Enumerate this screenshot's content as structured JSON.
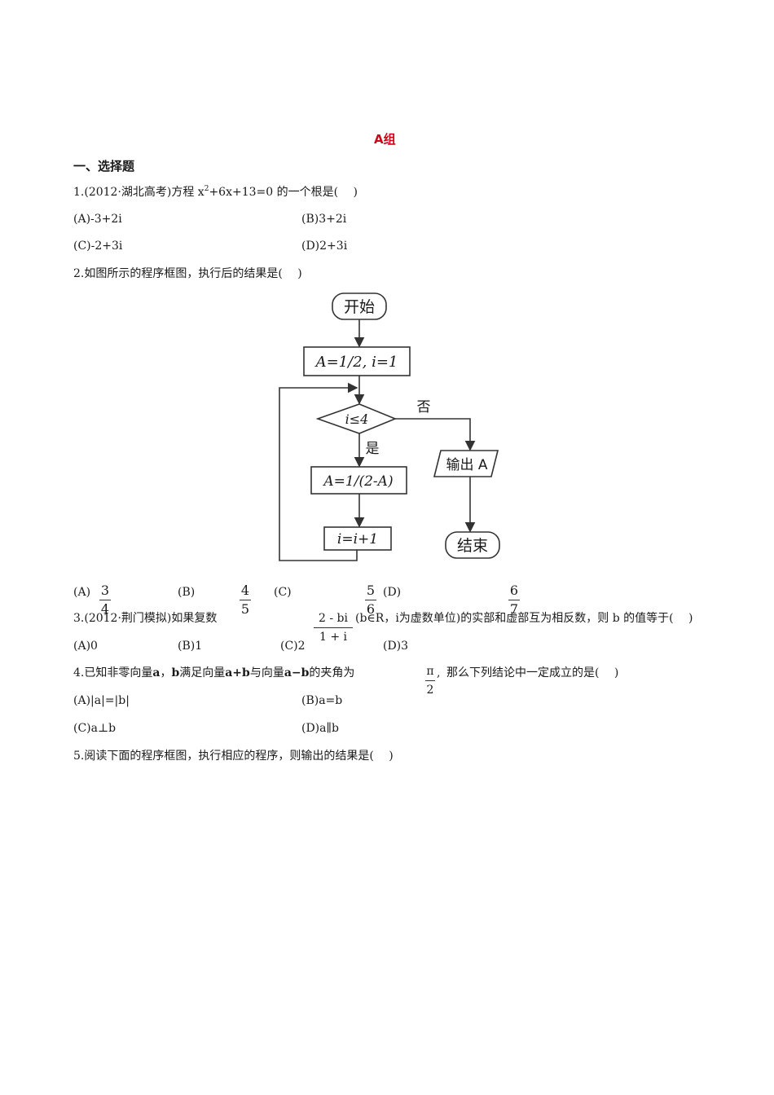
{
  "heading": "A组",
  "section": "一、选择题",
  "q1": {
    "stem_pre": "1.(2012·湖北高考)方程 x",
    "sup": "2",
    "stem_post": "+6x+13=0 的一个根是(　 )",
    "options": [
      "(A)-3+2i",
      "(B)3+2i",
      "(C)-2+3i",
      "(D)2+3i"
    ]
  },
  "q2": {
    "stem": "2.如图所示的程序框图，执行后的结果是(　 )",
    "flowchart": {
      "start": "开始",
      "init": "A=1/2, i=1",
      "condition": "i≤4",
      "no": "否",
      "yes": "是",
      "update_a": "A=1/(2-A)",
      "update_i": "i=i+1",
      "output": "输出 A",
      "end": "结束"
    },
    "option_labels": [
      "(A)",
      "(B)",
      "(C)",
      "(D)"
    ],
    "fractions": [
      {
        "num": "3",
        "den": "4"
      },
      {
        "num": "4",
        "den": "5"
      },
      {
        "num": "5",
        "den": "6"
      },
      {
        "num": "6",
        "den": "7"
      }
    ]
  },
  "q3": {
    "stem_a": "3.(2012·荆门模拟)如果复数",
    "stem_b": "(b∈R，i为虚数单位)的实部和虚部互为相反数，则 b 的值等于(　 )",
    "frac_num": "2 - bi",
    "frac_den": "1 + i",
    "options": [
      "(A)0",
      "(B)1",
      "(C)2",
      "(D)3"
    ]
  },
  "q4": {
    "stem_a": "4.已知非零向量",
    "vec_a": "a",
    "comma": "，",
    "vec_b": "b",
    "stem_b": "满足向量",
    "sum": "a+b",
    "stem_c": "与向量",
    "diff": "a−b",
    "stem_d": "的夹角为",
    "stem_e": "那么下列结论中一定成立的是(　 )",
    "angle_num": "π",
    "angle_den": "2",
    "angle_tail": ",",
    "options": [
      "(A)|a|=|b|",
      "(B)a=b",
      "(C)a⊥b",
      "(D)a∥b"
    ]
  },
  "q5": {
    "stem": "5.阅读下面的程序框图，执行相应的程序，则输出的结果是(　 )"
  }
}
